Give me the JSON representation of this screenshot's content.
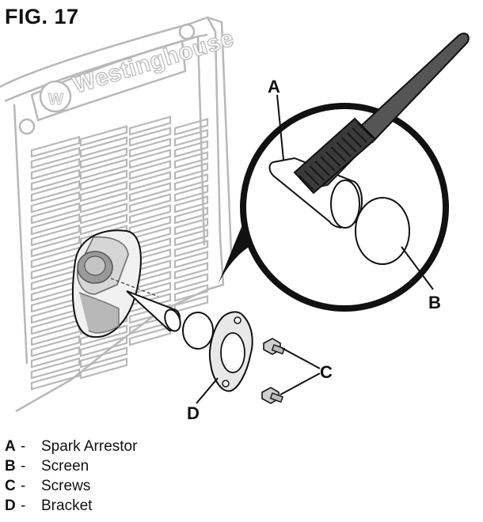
{
  "figure": {
    "title": "FIG. 17"
  },
  "brand": {
    "name": "Westinghouse"
  },
  "callouts": [
    {
      "key": "A",
      "label": "Spark Arrestor"
    },
    {
      "key": "B",
      "label": "Screen"
    },
    {
      "key": "C",
      "label": "Screws"
    },
    {
      "key": "D",
      "label": "Bracket"
    }
  ],
  "legend_separator": "-",
  "colors": {
    "line_art": "#b5b5b5",
    "ink": "#111111",
    "brush_fill": "#444444"
  },
  "icons": [
    "westinghouse-logo-icon",
    "brush-icon",
    "screw-icon"
  ]
}
